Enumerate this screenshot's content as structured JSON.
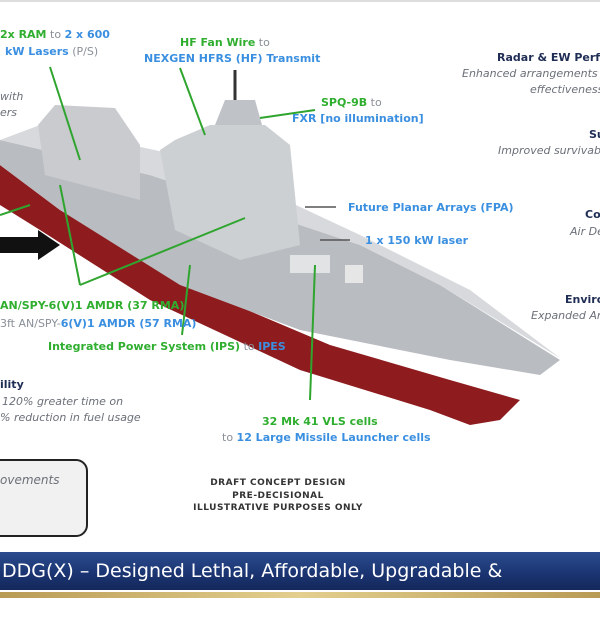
{
  "callouts": {
    "ram": {
      "a": "2x RAM",
      "b": " to ",
      "c": "2 x 600",
      "d": "kW Lasers",
      "e": " (P/S)"
    },
    "left_partial": {
      "l1": "with",
      "l2": "ers"
    },
    "hf": {
      "a": "HF Fan Wire",
      "b": " to",
      "c": "NEXGEN HFRS (HF) Transmit"
    },
    "spq": {
      "a": "SPQ-9B",
      "b": " to",
      "c": "FXR [no illumination]"
    },
    "fpa": "Future Planar Arrays (FPA)",
    "laser": "1 x 150 kW laser",
    "amdr": {
      "a": "AN/SPY-6(V)1 AMDR (37 RMA)",
      "b": "3ft AN/SPY-",
      "c": "6(V)1 AMDR (57 RMA)"
    },
    "ips": {
      "a": "Integrated Power System (IPS)",
      "b": " to ",
      "c": "IPES"
    },
    "vls": {
      "a": "32 Mk 41 VLS cells",
      "b": "to ",
      "c": "12 Large Missile Launcher cells"
    }
  },
  "right_panel": [
    {
      "heading": "Radar & EW Perfor",
      "l1": "Enhanced arrangements f",
      "l2": "effectiveness"
    },
    {
      "heading": "Su",
      "l1": "Improved survivab"
    },
    {
      "heading": "Co",
      "l1": "Air De"
    },
    {
      "heading": "Enviro",
      "l1": "Expanded Ar"
    }
  ],
  "left_panel": {
    "heading": "ility",
    "l1": "120% greater time on",
    "l2": "% reduction in fuel usage",
    "box_text": "ovements"
  },
  "draft": {
    "l1": "DRAFT CONCEPT DESIGN",
    "l2": "PRE-DECISIONAL",
    "l3": "ILLUSTRATIVE PURPOSES ONLY"
  },
  "banner": "DDG(X) – Designed Lethal, Affordable, Upgradable & Sustainable"
}
